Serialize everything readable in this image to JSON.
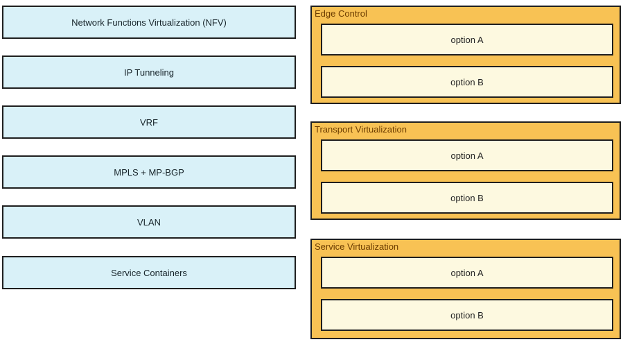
{
  "left_items": [
    {
      "label": "Network Functions Virtualization (NFV)"
    },
    {
      "label": "IP Tunneling"
    },
    {
      "label": "VRF"
    },
    {
      "label": "MPLS + MP-BGP"
    },
    {
      "label": "VLAN"
    },
    {
      "label": "Service Containers"
    }
  ],
  "categories": [
    {
      "title": "Edge Control",
      "options": [
        {
          "label": "option A"
        },
        {
          "label": "option B"
        }
      ]
    },
    {
      "title": "Transport Virtualization",
      "options": [
        {
          "label": "option A"
        },
        {
          "label": "option B"
        }
      ]
    },
    {
      "title": "Service Virtualization",
      "options": [
        {
          "label": "option A"
        },
        {
          "label": "option B"
        }
      ]
    }
  ],
  "colors": {
    "item_fill": "#d9f1f8",
    "item_border": "#1f1f1f",
    "item_text_color": "#17242a",
    "category_fill": "#f8c254",
    "category_border": "#1f1f1f",
    "category_title_color": "#6b3c00",
    "slot_fill": "#fdf9e0",
    "slot_border": "#1f1f1f"
  }
}
